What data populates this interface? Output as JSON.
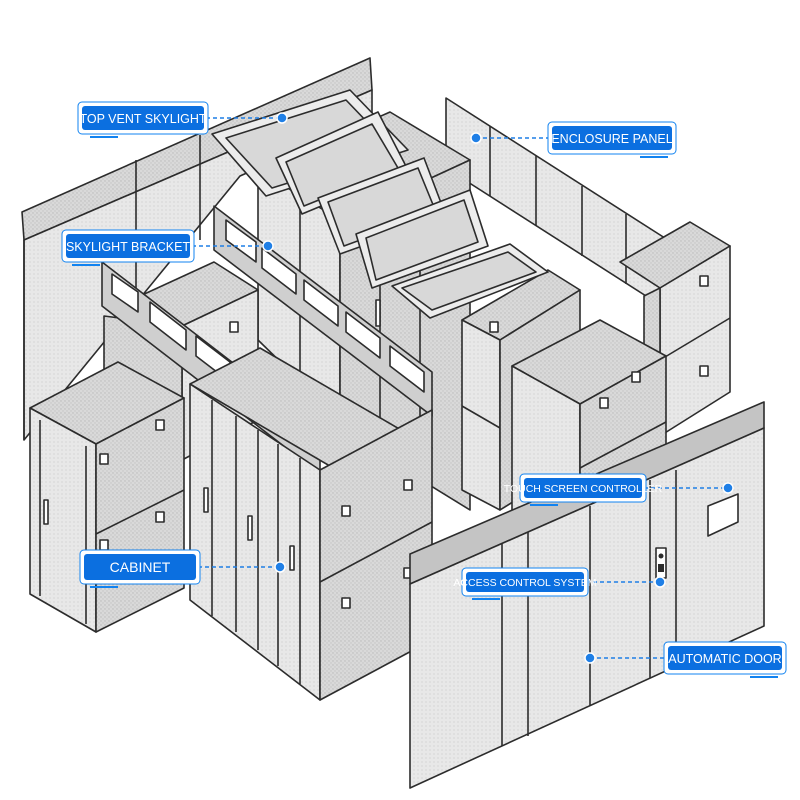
{
  "colors": {
    "label_fill": "#0b6fe0",
    "label_border": "#1283f0",
    "leader_line": "#1f7fe6",
    "outline": "#2c2c2c",
    "panel_fill": "#d6d6d6",
    "panel_light": "#e6e6e6",
    "panel_dark": "#bdbdbd"
  },
  "labels": {
    "top_vent_skylight": "TOP VENT SKYLIGHT",
    "enclosure_panel": "ENCLOSURE PANEL",
    "skylight_bracket": "SKYLIGHT BRACKET",
    "touch_screen_controller": "TOUCH SCREEN CONTROLLER",
    "cabinet": "CABINET",
    "access_control_system": "ACCESS CONTROL SYSTEM",
    "automatic_door": "AUTOMATIC DOOR"
  }
}
